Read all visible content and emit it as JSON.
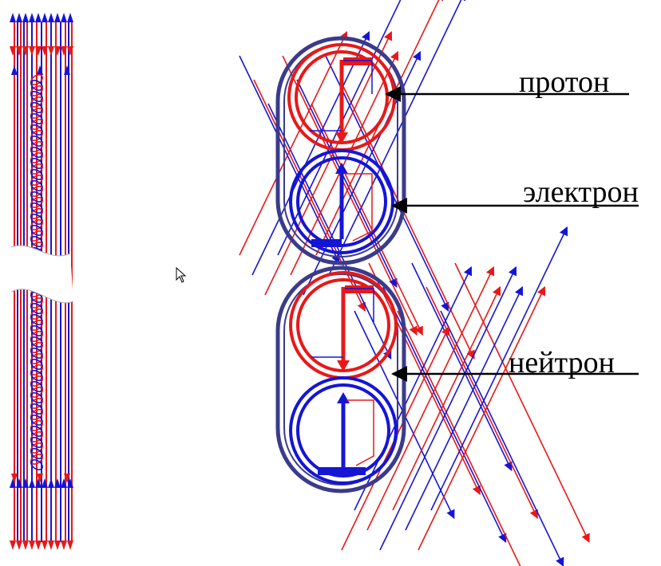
{
  "labels": {
    "proton": "протон",
    "electron": "электрон",
    "neutron": "нейтрон"
  },
  "colors": {
    "red": "#e81818",
    "blue": "#1515d6",
    "outline": "#3b3b8c",
    "pointer": "#000000"
  }
}
